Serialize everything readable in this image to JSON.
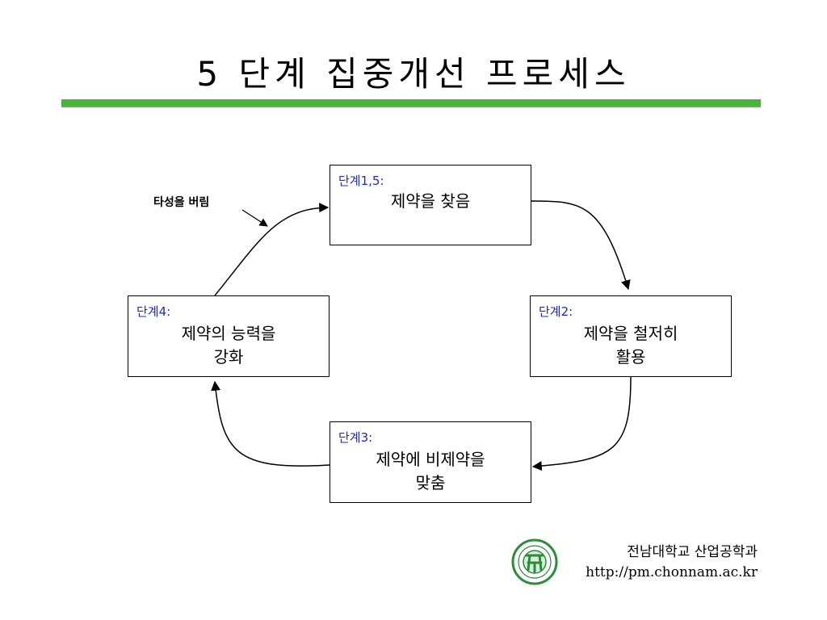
{
  "title": "5 단계 집중개선 프로세스",
  "steps": [
    {
      "label": "단계1,5:",
      "desc": "제약을 찾음"
    },
    {
      "label": "단계2:",
      "desc_line1": "제약을 철저히",
      "desc_line2": "활용"
    },
    {
      "label": "단계3:",
      "desc_line1": "제약에 비제약을",
      "desc_line2": "맞춤"
    },
    {
      "label": "단계4:",
      "desc_line1": "제약의 능력을",
      "desc_line2": "강화"
    }
  ],
  "callout": "타성을 버림",
  "footer": {
    "department": "전남대학교 산업공학과",
    "url": "http://pm.chonnam.ac.kr"
  },
  "colors": {
    "title_rule": "#44b735",
    "step_label": "#1f2bb4",
    "logo": "#2e8b3a"
  }
}
